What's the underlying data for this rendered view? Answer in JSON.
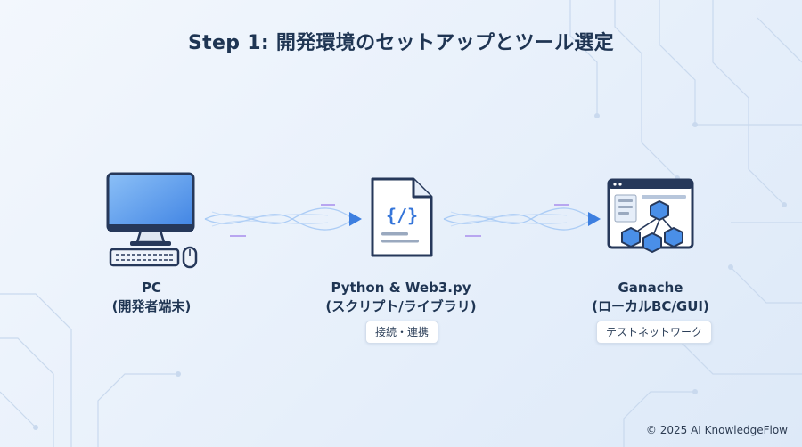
{
  "title": "Step 1: 開発環境のセットアップとツール選定",
  "nodes": [
    {
      "id": "pc",
      "name": "PC",
      "sub": "(開発者端末)"
    },
    {
      "id": "python",
      "name": "Python & Web3.py",
      "sub": "(スクリプト/ライブラリ)",
      "badge": "接続・連携"
    },
    {
      "id": "ganache",
      "name": "Ganache",
      "sub": "(ローカルBC/GUI)",
      "badge": "テストネットワーク"
    }
  ],
  "footer": "© 2025 AI KnowledgeFlow",
  "colors": {
    "title": "#1f3553",
    "accent": "#3d7fe0",
    "icon_stroke": "#26385a",
    "icon_fill": "#4a8fe8",
    "code_glyph": "#3575d9"
  },
  "icons": [
    "desktop-computer-icon",
    "keyboard-icon",
    "mouse-icon",
    "code-file-icon",
    "blockchain-dashboard-icon",
    "arrow-right-icon"
  ],
  "code_glyph_text": "{/}"
}
